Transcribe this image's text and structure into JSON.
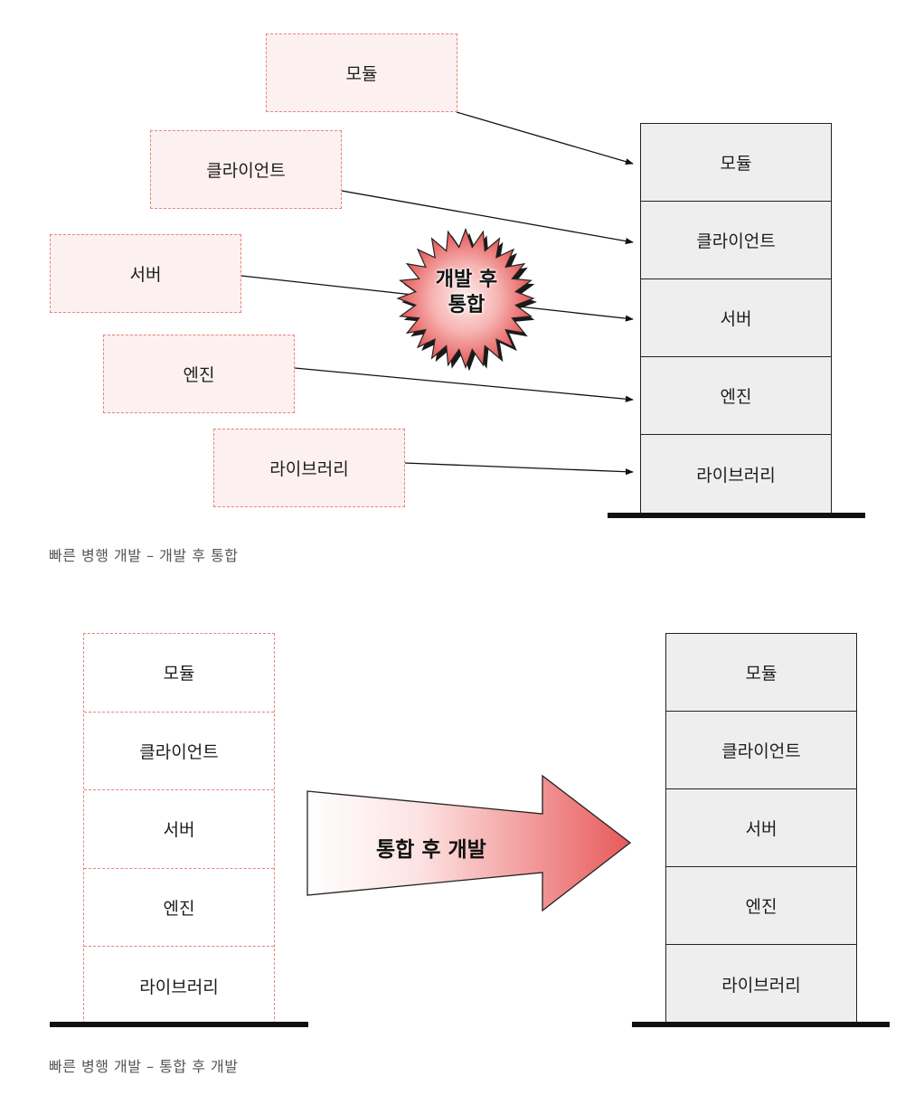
{
  "top": {
    "modules": [
      "모듈",
      "클라이언트",
      "서버",
      "엔진",
      "라이브러리"
    ],
    "stack": [
      "모듈",
      "클라이언트",
      "서버",
      "엔진",
      "라이브러리"
    ],
    "burst_line1": "개발 후",
    "burst_line2": "통합",
    "caption": "빠른 병행 개발 – 개발 후 통합"
  },
  "bottom": {
    "left_stack": [
      "모듈",
      "클라이언트",
      "서버",
      "엔진",
      "라이브러리"
    ],
    "right_stack": [
      "모듈",
      "클라이언트",
      "서버",
      "엔진",
      "라이브러리"
    ],
    "arrow_label": "통합 후 개발",
    "caption": "빠른 병행 개발 – 통합 후 개발"
  },
  "colors": {
    "dashed_border": "#e8837f",
    "dashed_fill": "#fdf0f0",
    "stack_fill": "#eeeeee",
    "burst_center": "#fbe3e2",
    "burst_edge": "#e04b4b"
  }
}
